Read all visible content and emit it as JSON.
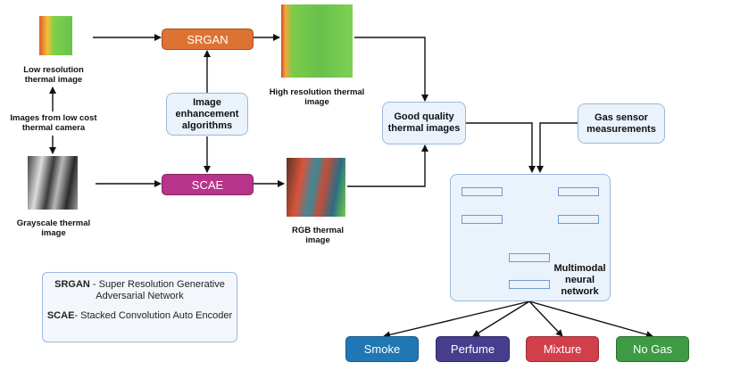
{
  "nodes": {
    "low_res_label": "Low resolution thermal image",
    "camera_label": "Images from low cost thermal camera",
    "grayscale_label": "Grayscale thermal image",
    "srgan": "SRGAN",
    "scae": "SCAE",
    "enhancement": "Image enhancement algorithms",
    "high_res_label": "High resolution thermal image",
    "rgb_label": "RGB thermal image",
    "good_quality": "Good quality thermal images",
    "gas_sensor": "Gas sensor measurements",
    "multimodal": "Multimodal neural network"
  },
  "outputs": [
    {
      "label": "Smoke",
      "color": "#2077b4"
    },
    {
      "label": "Perfume",
      "color": "#463e8c"
    },
    {
      "label": "Mixture",
      "color": "#d13f4a"
    },
    {
      "label": "No Gas",
      "color": "#3f9a44"
    }
  ],
  "legend": {
    "srgan_abbr": "SRGAN",
    "srgan_def": " - Super Resolution Generative Adversarial Network",
    "scae_abbr": "SCAE",
    "scae_def": "- Stacked Convolution Auto Encoder"
  },
  "colors": {
    "srgan": "#dd7332",
    "scae": "#b8348b",
    "box_fill": "#eaf2fb",
    "box_border": "#9ab8dc"
  }
}
